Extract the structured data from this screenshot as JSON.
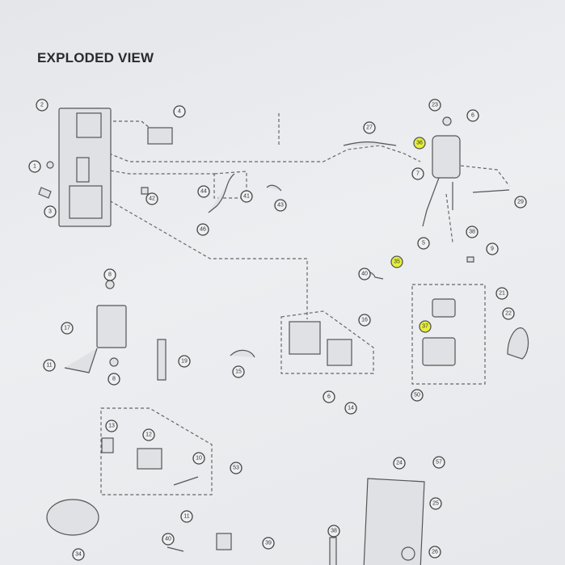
{
  "title": "EXPLODED VIEW",
  "part_labels": [
    {
      "number": "2"
    },
    {
      "number": "4"
    },
    {
      "number": "1"
    },
    {
      "number": "3"
    },
    {
      "number": "42"
    },
    {
      "number": "44"
    },
    {
      "number": "41"
    },
    {
      "number": "43"
    },
    {
      "number": "46"
    },
    {
      "number": "27"
    },
    {
      "number": "23"
    },
    {
      "number": "6"
    },
    {
      "number": "36",
      "highlighted": true
    },
    {
      "number": "7"
    },
    {
      "number": "29"
    },
    {
      "number": "5"
    },
    {
      "number": "38"
    },
    {
      "number": "9"
    },
    {
      "number": "35",
      "highlighted": true
    },
    {
      "number": "40"
    },
    {
      "number": "21"
    },
    {
      "number": "22"
    },
    {
      "number": "37",
      "highlighted": true
    },
    {
      "number": "50"
    },
    {
      "number": "16"
    },
    {
      "number": "15"
    },
    {
      "number": "6"
    },
    {
      "number": "14"
    },
    {
      "number": "8"
    },
    {
      "number": "17"
    },
    {
      "number": "11"
    },
    {
      "number": "19"
    },
    {
      "number": "8"
    },
    {
      "number": "13"
    },
    {
      "number": "12"
    },
    {
      "number": "10"
    },
    {
      "number": "53"
    },
    {
      "number": "11"
    },
    {
      "number": "34"
    },
    {
      "number": "40"
    },
    {
      "number": "39"
    },
    {
      "number": "38"
    },
    {
      "number": "24"
    },
    {
      "number": "57"
    },
    {
      "number": "25"
    },
    {
      "number": "26"
    }
  ],
  "highlight_color": "#e6f03a"
}
